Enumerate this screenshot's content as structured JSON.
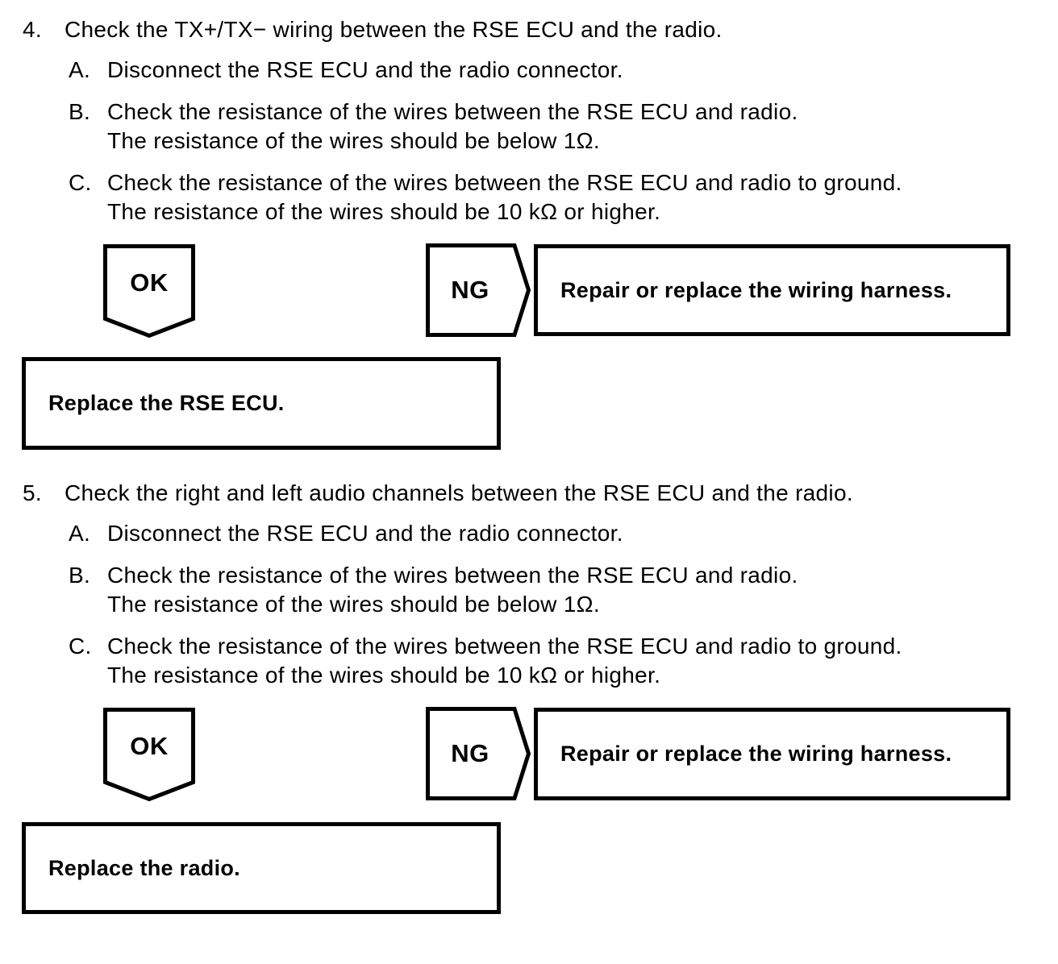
{
  "colors": {
    "ink": "#000000",
    "paper": "#ffffff"
  },
  "steps": [
    {
      "number": "4.",
      "title": "Check the TX+/TX− wiring between the RSE ECU and the radio.",
      "substeps": [
        {
          "letter": "A.",
          "line1": "Disconnect the RSE ECU and the radio connector.",
          "line2": ""
        },
        {
          "letter": "B.",
          "line1": "Check the resistance of the wires between the RSE ECU and radio.",
          "line2": "The resistance of the wires should be below 1Ω."
        },
        {
          "letter": "C.",
          "line1": "Check the resistance of the wires between the RSE ECU and radio to ground.",
          "line2": "The resistance of the wires should be 10 kΩ or higher."
        }
      ],
      "flow": {
        "ok_label": "OK",
        "ng_label": "NG",
        "ng_result": "Repair or replace the wiring harness.",
        "ok_result": "Replace the RSE ECU."
      }
    },
    {
      "number": "5.",
      "title": "Check the right and left audio channels between the RSE ECU and the radio.",
      "substeps": [
        {
          "letter": "A.",
          "line1": "Disconnect the RSE ECU and the radio connector.",
          "line2": ""
        },
        {
          "letter": "B.",
          "line1": "Check the resistance of the wires between the RSE ECU and radio.",
          "line2": "The resistance of the wires should be below 1Ω."
        },
        {
          "letter": "C.",
          "line1": "Check the resistance of the wires between the RSE ECU and radio to ground.",
          "line2": "The resistance of the wires should be 10 kΩ or higher."
        }
      ],
      "flow": {
        "ok_label": "OK",
        "ng_label": "NG",
        "ng_result": "Repair or replace the wiring harness.",
        "ok_result": "Replace the radio."
      }
    }
  ]
}
